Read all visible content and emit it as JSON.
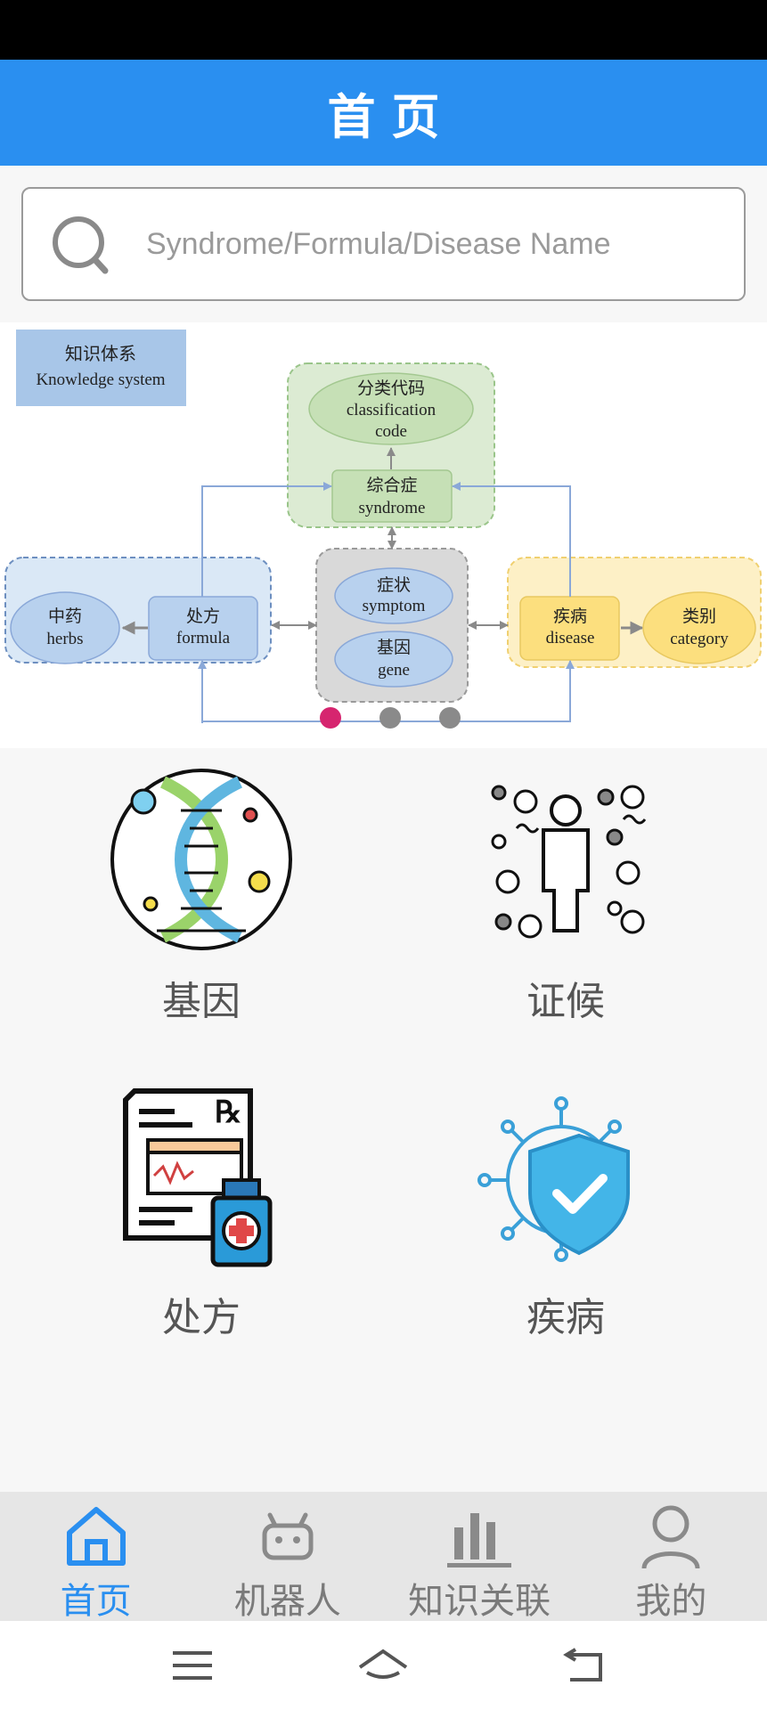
{
  "header": {
    "title": "首页"
  },
  "search": {
    "placeholder": "Syndrome/Formula/Disease Name"
  },
  "banner": {
    "title_cn": "知识体系",
    "title_en": "Knowledge system",
    "nodes": {
      "classification_cn": "分类代码",
      "classification_en1": "classification",
      "classification_en2": "code",
      "syndrome_cn": "综合症",
      "syndrome_en": "syndrome",
      "herbs_cn": "中药",
      "herbs_en": "herbs",
      "formula_cn": "处方",
      "formula_en": "formula",
      "symptom_cn": "症状",
      "symptom_en": "symptom",
      "gene_cn": "基因",
      "gene_en": "gene",
      "disease_cn": "疾病",
      "disease_en": "disease",
      "category_cn": "类别",
      "category_en": "category"
    },
    "active_slide": 1,
    "slide_count": 3
  },
  "grid": [
    {
      "label": "基因",
      "icon": "dna-icon"
    },
    {
      "label": "证候",
      "icon": "human-virus-icon"
    },
    {
      "label": "处方",
      "icon": "prescription-icon"
    },
    {
      "label": "疾病",
      "icon": "virus-shield-icon"
    }
  ],
  "tabs": [
    {
      "label": "首页",
      "icon": "home-icon",
      "active": true
    },
    {
      "label": "机器人",
      "icon": "robot-icon",
      "active": false
    },
    {
      "label": "知识关联",
      "icon": "bar-chart-icon",
      "active": false
    },
    {
      "label": "我的",
      "icon": "person-icon",
      "active": false
    }
  ],
  "colors": {
    "accent": "#2a8ff0",
    "dot_active": "#d6256f",
    "dot_inactive": "#8a8a8a"
  }
}
